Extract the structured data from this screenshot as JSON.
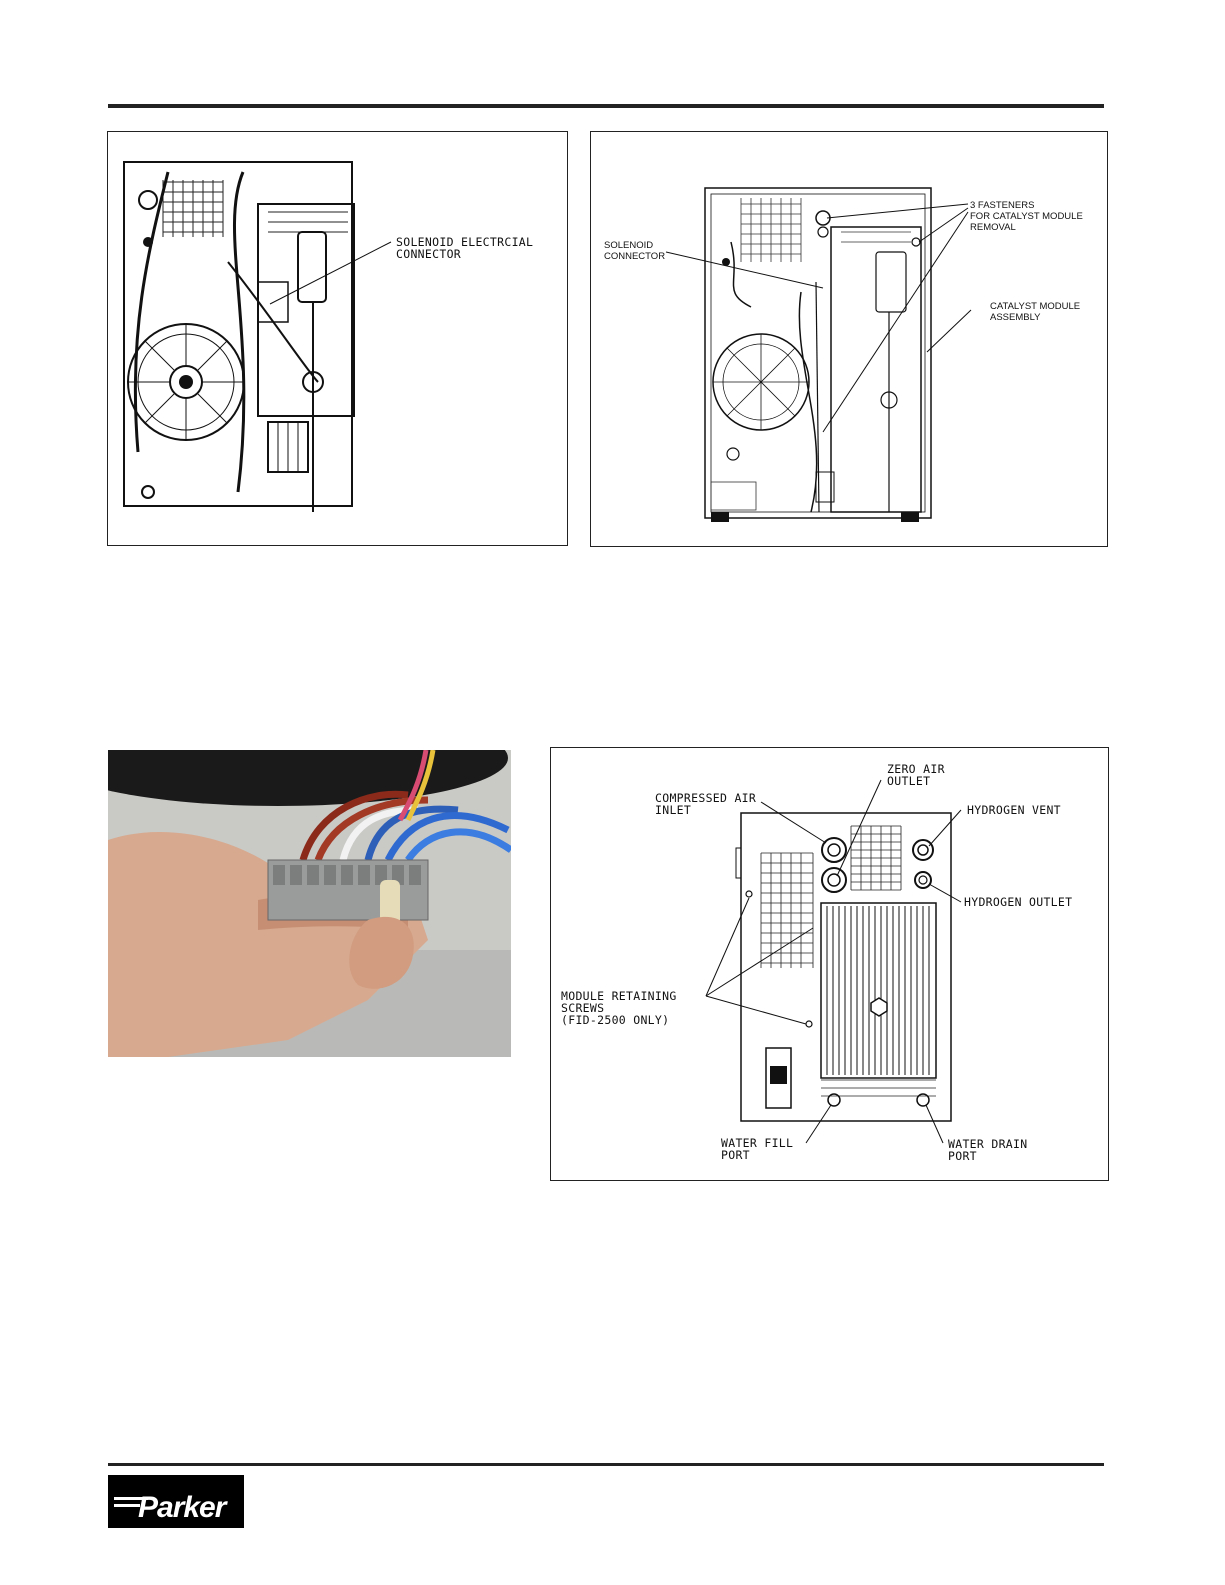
{
  "figures": {
    "fig1": {
      "callout_solenoid_electrical": "SOLENOID ELECTRCIAL\nCONNECTOR"
    },
    "fig2": {
      "callout_fasteners": "3 FASTENERS\nFOR CATALYST MODULE\nREMOVAL",
      "callout_solenoid_connector": "SOLENOID\nCONNECTOR",
      "callout_catalyst_module": "CATALYST MODULE\nASSEMBLY"
    },
    "fig3": {
      "photo_subject": "terminal block connector held in hand"
    },
    "fig4": {
      "callout_compressed_air": "COMPRESSED AIR\nINLET",
      "callout_zero_air": "ZERO AIR\nOUTLET",
      "callout_hydrogen_vent": "HYDROGEN VENT",
      "callout_hydrogen_outlet": "HYDROGEN OUTLET",
      "callout_module_screws": "MODULE RETAINING\nSCREWS\n(FID-2500 ONLY)",
      "callout_water_fill": "WATER FILL\nPORT",
      "callout_water_drain": "WATER DRAIN\nPORT"
    }
  },
  "footer": {
    "logo_text": "Parker"
  },
  "colors": {
    "rule": "#222222",
    "logo_bg": "#000000"
  }
}
